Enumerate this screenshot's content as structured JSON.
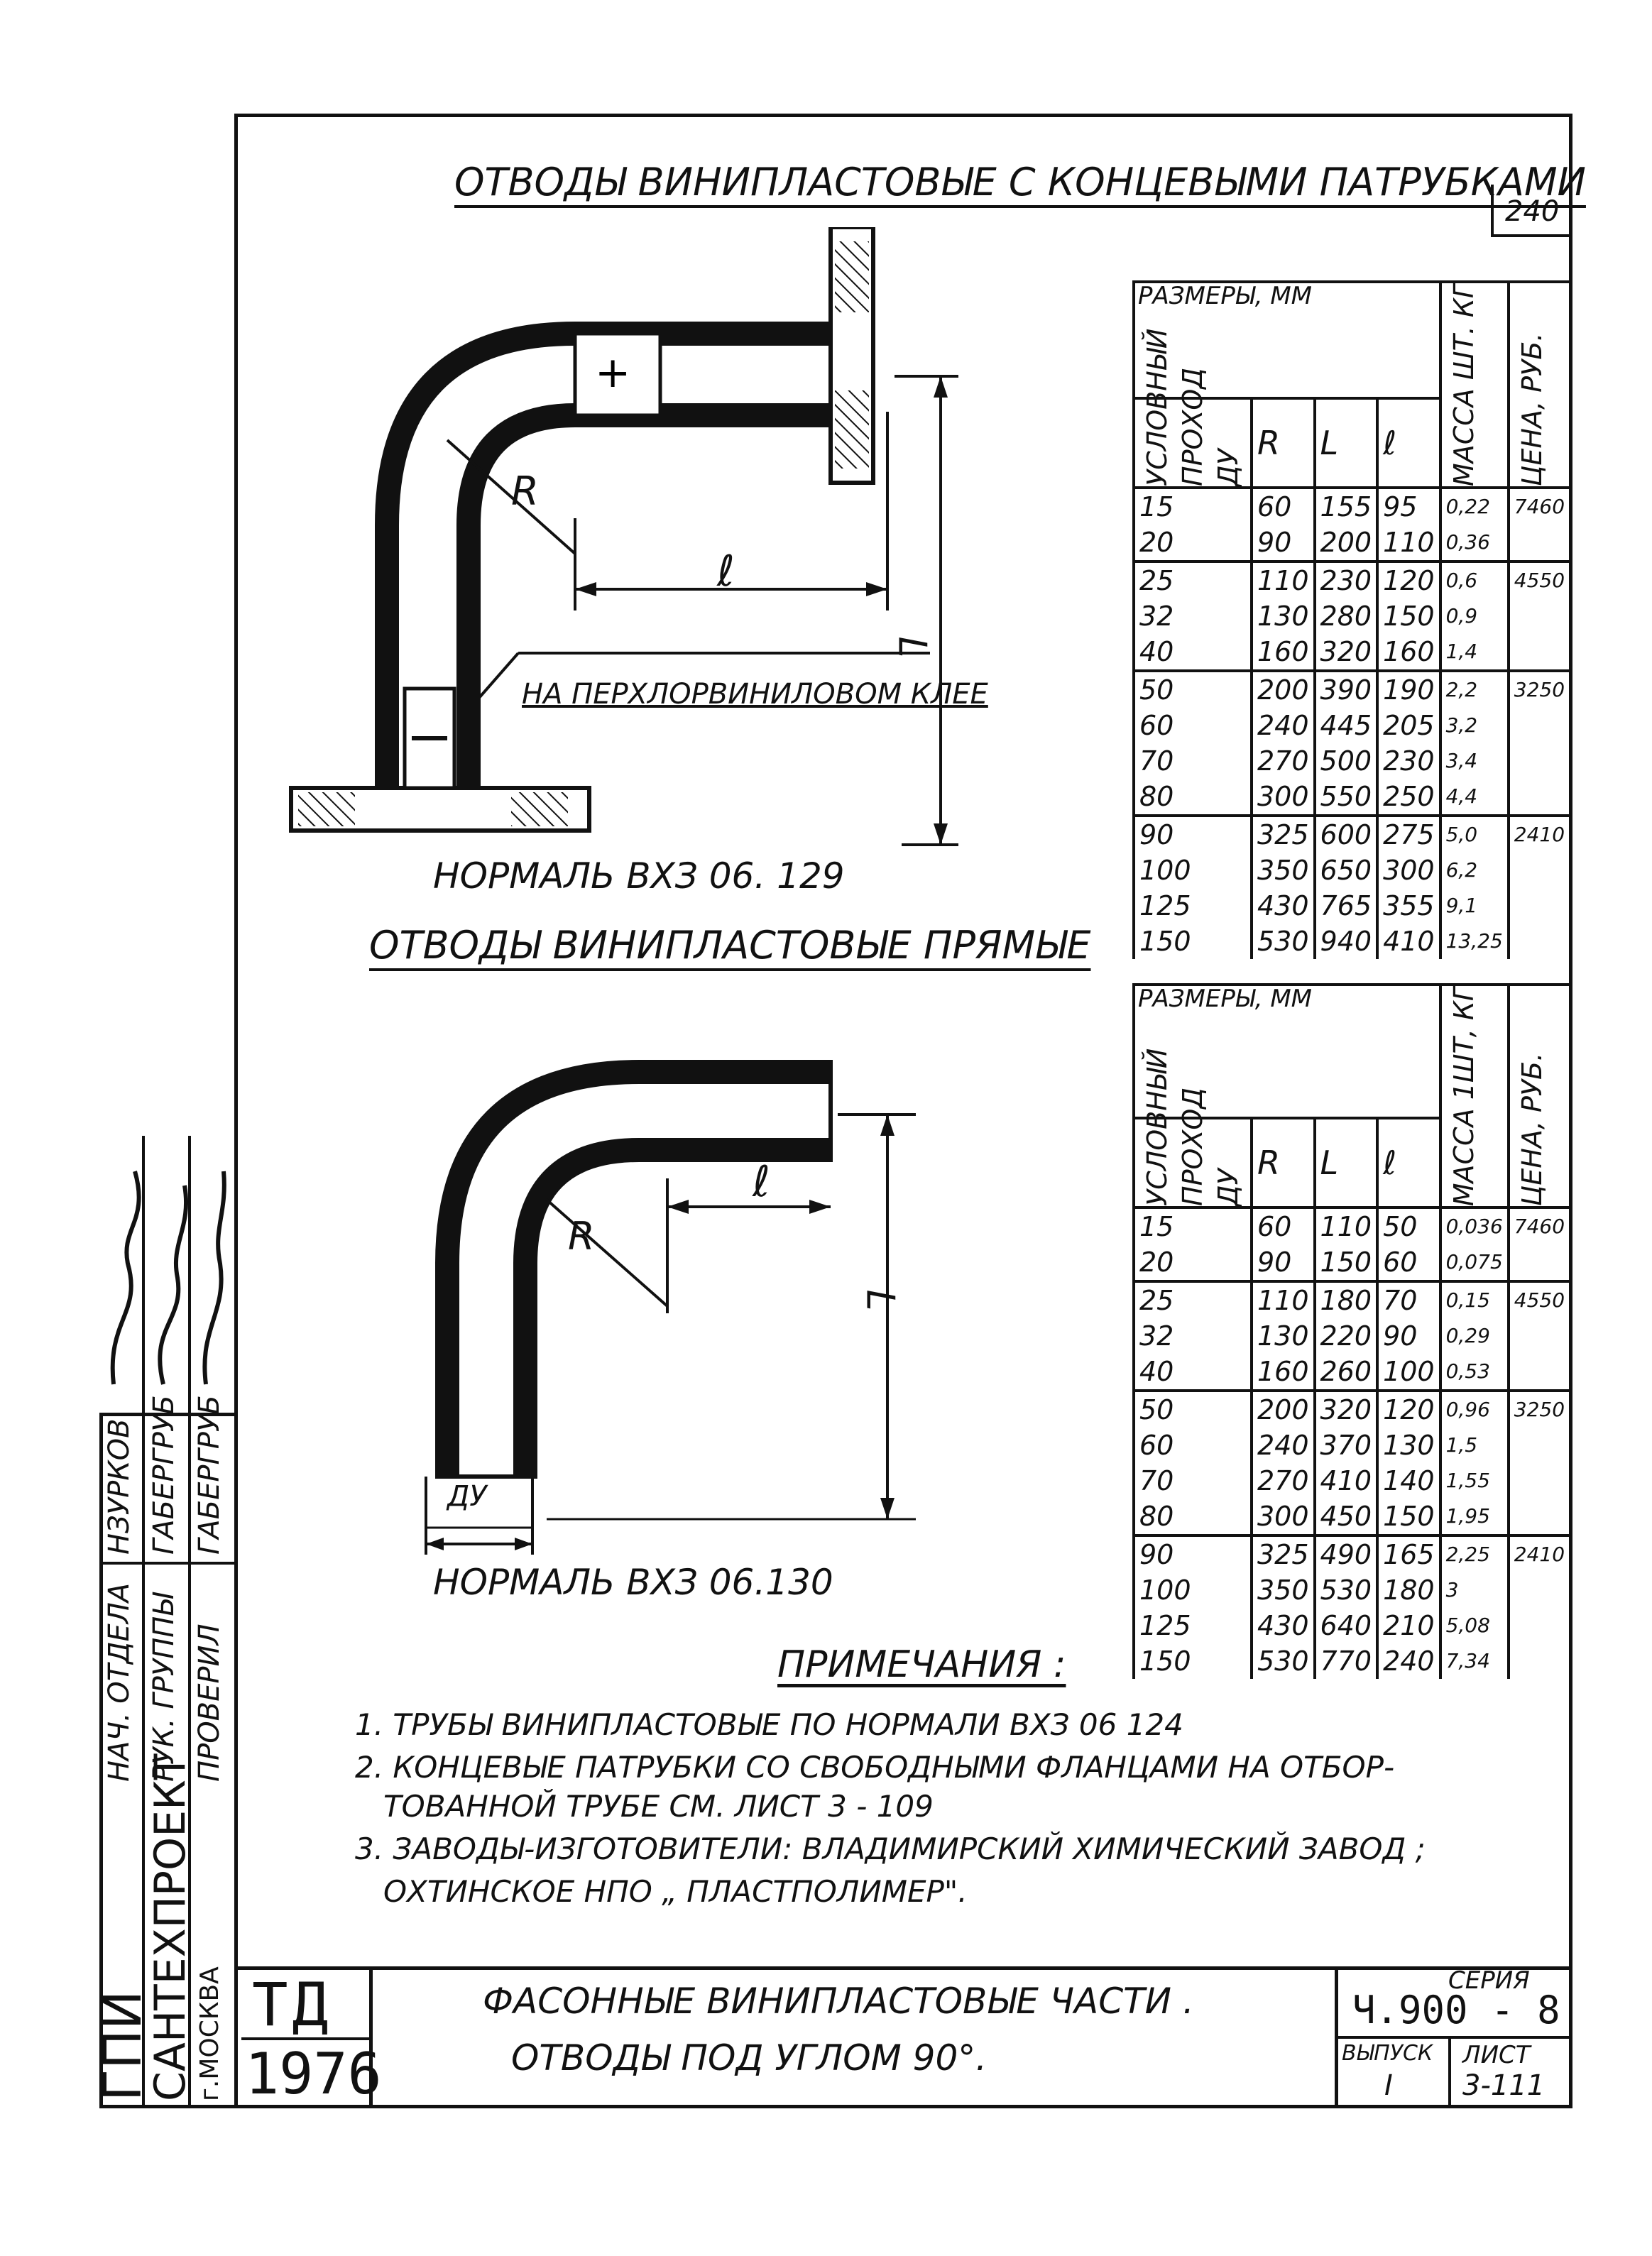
{
  "sheet_number": "240",
  "section1": {
    "title": "ОТВОДЫ   ВИНИПЛАСТОВЫЕ С КОНЦЕВЫМИ ПАТРУБКАМИ",
    "glue_label": "НА ПЕРХЛОРВИНИЛОВОМ КЛЕЕ",
    "dim_R": "R",
    "dim_l": "ℓ",
    "dim_L": "L",
    "caption": "НОРМАЛЬ ВХЗ 06. 129",
    "table": {
      "group_header": "РАЗМЕРЫ, ММ",
      "col_dy": "УСЛОВНЫЙ ПРОХОД ДУ",
      "col_R": "R",
      "col_L": "L",
      "col_l": "ℓ",
      "col_mass": "МАССА ШТ. КГ",
      "col_price": "ЦЕНА, РУБ.",
      "rows": [
        {
          "dy": "15",
          "R": "60",
          "L": "155",
          "l": "95",
          "mass": "0,22",
          "price": "7460"
        },
        {
          "dy": "20",
          "R": "90",
          "L": "200",
          "l": "110",
          "mass": "0,36",
          "price": ""
        },
        {
          "dy": "25",
          "R": "110",
          "L": "230",
          "l": "120",
          "mass": "0,6",
          "price": "4550"
        },
        {
          "dy": "32",
          "R": "130",
          "L": "280",
          "l": "150",
          "mass": "0,9",
          "price": ""
        },
        {
          "dy": "40",
          "R": "160",
          "L": "320",
          "l": "160",
          "mass": "1,4",
          "price": ""
        },
        {
          "dy": "50",
          "R": "200",
          "L": "390",
          "l": "190",
          "mass": "2,2",
          "price": "3250"
        },
        {
          "dy": "60",
          "R": "240",
          "L": "445",
          "l": "205",
          "mass": "3,2",
          "price": ""
        },
        {
          "dy": "70",
          "R": "270",
          "L": "500",
          "l": "230",
          "mass": "3,4",
          "price": ""
        },
        {
          "dy": "80",
          "R": "300",
          "L": "550",
          "l": "250",
          "mass": "4,4",
          "price": ""
        },
        {
          "dy": "90",
          "R": "325",
          "L": "600",
          "l": "275",
          "mass": "5,0",
          "price": "2410"
        },
        {
          "dy": "100",
          "R": "350",
          "L": "650",
          "l": "300",
          "mass": "6,2",
          "price": ""
        },
        {
          "dy": "125",
          "R": "430",
          "L": "765",
          "l": "355",
          "mass": "9,1",
          "price": ""
        },
        {
          "dy": "150",
          "R": "530",
          "L": "940",
          "l": "410",
          "mass": "13,25",
          "price": ""
        }
      ]
    }
  },
  "section2": {
    "title": "ОТВОДЫ   ВИНИПЛАСТОВЫЕ ПРЯМЫЕ",
    "dim_R": "R",
    "dim_l": "ℓ",
    "dim_L": "L",
    "dim_dy": "ДУ",
    "caption": "НОРМАЛЬ ВХЗ 06.130",
    "table": {
      "group_header": "РАЗМЕРЫ, ММ",
      "col_dy": "УСЛОВНЫЙ ПРОХОД ДУ",
      "col_R": "R",
      "col_L": "L",
      "col_l": "ℓ",
      "col_mass": "МАССА 1ШТ, КГ",
      "col_price": "ЦЕНА, РУБ.",
      "rows": [
        {
          "dy": "15",
          "R": "60",
          "L": "110",
          "l": "50",
          "mass": "0,036",
          "price": "7460"
        },
        {
          "dy": "20",
          "R": "90",
          "L": "150",
          "l": "60",
          "mass": "0,075",
          "price": ""
        },
        {
          "dy": "25",
          "R": "110",
          "L": "180",
          "l": "70",
          "mass": "0,15",
          "price": "4550"
        },
        {
          "dy": "32",
          "R": "130",
          "L": "220",
          "l": "90",
          "mass": "0,29",
          "price": ""
        },
        {
          "dy": "40",
          "R": "160",
          "L": "260",
          "l": "100",
          "mass": "0,53",
          "price": ""
        },
        {
          "dy": "50",
          "R": "200",
          "L": "320",
          "l": "120",
          "mass": "0,96",
          "price": "3250"
        },
        {
          "dy": "60",
          "R": "240",
          "L": "370",
          "l": "130",
          "mass": "1,5",
          "price": ""
        },
        {
          "dy": "70",
          "R": "270",
          "L": "410",
          "l": "140",
          "mass": "1,55",
          "price": ""
        },
        {
          "dy": "80",
          "R": "300",
          "L": "450",
          "l": "150",
          "mass": "1,95",
          "price": ""
        },
        {
          "dy": "90",
          "R": "325",
          "L": "490",
          "l": "165",
          "mass": "2,25",
          "price": "2410"
        },
        {
          "dy": "100",
          "R": "350",
          "L": "530",
          "l": "180",
          "mass": "3",
          "price": ""
        },
        {
          "dy": "125",
          "R": "430",
          "L": "640",
          "l": "210",
          "mass": "5,08",
          "price": ""
        },
        {
          "dy": "150",
          "R": "530",
          "L": "770",
          "l": "240",
          "mass": "7,34",
          "price": ""
        }
      ]
    }
  },
  "notes": {
    "heading": "ПРИМЕЧАНИЯ :",
    "items": [
      "1. ТРУБЫ  ВИНИПЛАСТОВЫЕ ПО НОРМАЛИ ВХЗ 06 124",
      "2. КОНЦЕВЫЕ ПАТРУБКИ СО СВОБОДНЫМИ ФЛАНЦАМИ НА ОТБОР-",
      "ТОВАННОЙ ТРУБЕ СМ. ЛИСТ  3 - 109",
      "3. ЗАВОДЫ-ИЗГОТОВИТЕЛИ: ВЛАДИМИРСКИЙ ХИМИЧЕСКИЙ ЗАВОД ;",
      "ОХТИНСКОЕ НПО „ ПЛАСТПОЛИМЕР\"."
    ]
  },
  "title_block": {
    "td": "ТД",
    "year": "1976",
    "name_line1": "ФАСОННЫЕ  ВИНИПЛАСТОВЫЕ ЧАСТИ .",
    "name_line2": "ОТВОДЫ ПОД УГЛОМ 90°.",
    "series_label": "СЕРИЯ",
    "series_value": "Ч.900 - 8",
    "issue_label": "ВЫПУСК",
    "issue_value": "I",
    "sheet_label": "ЛИСТ",
    "sheet_value": "3-111"
  },
  "stamp": {
    "org_line1": "ГПИ",
    "org_line2": "САНТЕХПРОЕКТ",
    "org_line3": "г.МОСКВА",
    "role1": "НАЧ. ОТДЕЛА",
    "name1": "НЗУРКОВ",
    "role2": "РУК. ГРУППЫ",
    "name2": "ГАБЕРГРУБ",
    "role3": "ПРОВЕРИЛ",
    "name3": "ГАБЕРГРУБ"
  }
}
